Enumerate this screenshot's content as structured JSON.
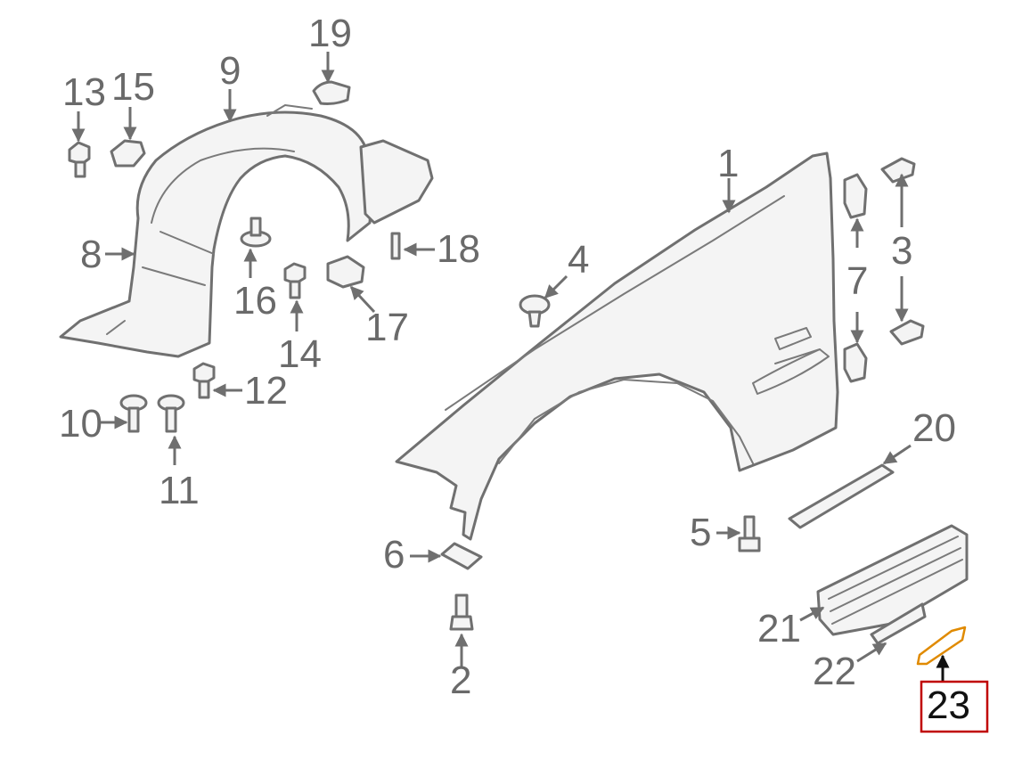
{
  "diagram": {
    "callouts": [
      {
        "id": "1",
        "label": "1"
      },
      {
        "id": "2",
        "label": "2"
      },
      {
        "id": "3",
        "label": "3"
      },
      {
        "id": "4",
        "label": "4"
      },
      {
        "id": "5",
        "label": "5"
      },
      {
        "id": "6",
        "label": "6"
      },
      {
        "id": "7",
        "label": "7"
      },
      {
        "id": "8",
        "label": "8"
      },
      {
        "id": "9",
        "label": "9"
      },
      {
        "id": "10",
        "label": "10"
      },
      {
        "id": "11",
        "label": "11"
      },
      {
        "id": "12",
        "label": "12"
      },
      {
        "id": "13",
        "label": "13"
      },
      {
        "id": "14",
        "label": "14"
      },
      {
        "id": "15",
        "label": "15"
      },
      {
        "id": "16",
        "label": "16"
      },
      {
        "id": "17",
        "label": "17"
      },
      {
        "id": "18",
        "label": "18"
      },
      {
        "id": "19",
        "label": "19"
      },
      {
        "id": "20",
        "label": "20"
      },
      {
        "id": "21",
        "label": "21"
      },
      {
        "id": "22",
        "label": "22"
      },
      {
        "id": "23",
        "label": "23"
      }
    ],
    "highlighted": "23",
    "colors": {
      "line": "#707070",
      "label": "#6a6a6a",
      "highlight_box": "#c00000",
      "highlight_part": "#e08a00",
      "arrow_highlight": "#111111"
    }
  }
}
